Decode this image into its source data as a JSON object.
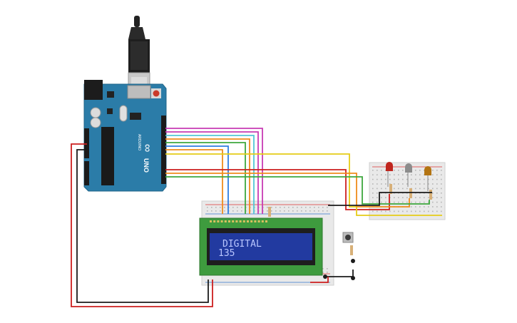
{
  "arduino": {
    "logo": "∞",
    "model": "UNO",
    "brand": "ARDUINO"
  },
  "lcd": {
    "line1": "DIGITAL",
    "line2": "135"
  },
  "colors": {
    "board": "#2b7ca8",
    "wire_red": "#cc1f1f",
    "wire_black": "#1b1b1b",
    "wire_pink": "#c83bb4",
    "wire_cyan": "#52c6d6",
    "wire_orange": "#ef8c1c",
    "wire_green": "#3ea83e",
    "wire_yellow": "#e5cc18",
    "wire_blue": "#2e7de0",
    "lcd_pcb": "#3e9b3e",
    "lcd_screen": "#223aa0",
    "breadboard": "#e9e9e9"
  },
  "leds": [
    {
      "name": "red-led",
      "color": "#c0261e"
    },
    {
      "name": "grey-led",
      "color": "#8c8c8c"
    },
    {
      "name": "amber-led",
      "color": "#b37412"
    }
  ]
}
